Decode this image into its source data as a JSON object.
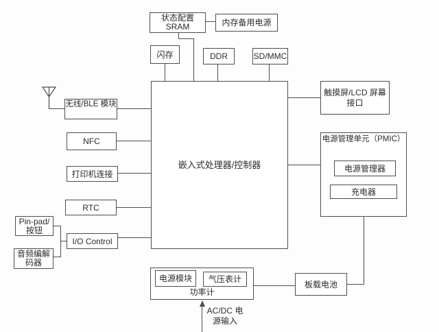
{
  "colors": {
    "line": "#4c4c4c",
    "text": "#2b2b2b",
    "background": "#fdfdfd",
    "box_fill": "#ffffff"
  },
  "boxes": {
    "sram": {
      "line1": "状态配置",
      "line2": "SRAM"
    },
    "memBackup": {
      "label": "内存备用电源"
    },
    "flash": {
      "label": "闪存"
    },
    "ddr": {
      "label": "DDR"
    },
    "sdmmc": {
      "label": "SD/MMC"
    },
    "processor": {
      "label": "嵌入式处理器/控制器"
    },
    "wireless": {
      "label": "无线/BLE 模块"
    },
    "nfc": {
      "label": "NFC"
    },
    "printer": {
      "label": "打印机连接"
    },
    "rtc": {
      "label": "RTC"
    },
    "pinpad": {
      "line1": "Pin-pad/",
      "line2": "按钮"
    },
    "ioControl": {
      "label": "I/O Control"
    },
    "audioCodec": {
      "line1": "音频编解",
      "line2": "码器"
    },
    "lcd": {
      "line1": "触摸屏/LCD 屏幕",
      "line2": "接口"
    },
    "pmic": {
      "title": "电源管理单元（PMIC）"
    },
    "powerManager": {
      "label": "电源管理器"
    },
    "charger": {
      "label": "充电器"
    },
    "powerMeter": {
      "label": "功率计"
    },
    "powerModule": {
      "label": "电源模块"
    },
    "barometer": {
      "label": "气压表计"
    },
    "battery": {
      "label": "板载电池"
    },
    "acdcInput": {
      "line1": "AC/DC 电",
      "line2": "源输入"
    }
  },
  "icons": {
    "antenna": "antenna-icon",
    "arrow": "arrow-up-icon"
  }
}
